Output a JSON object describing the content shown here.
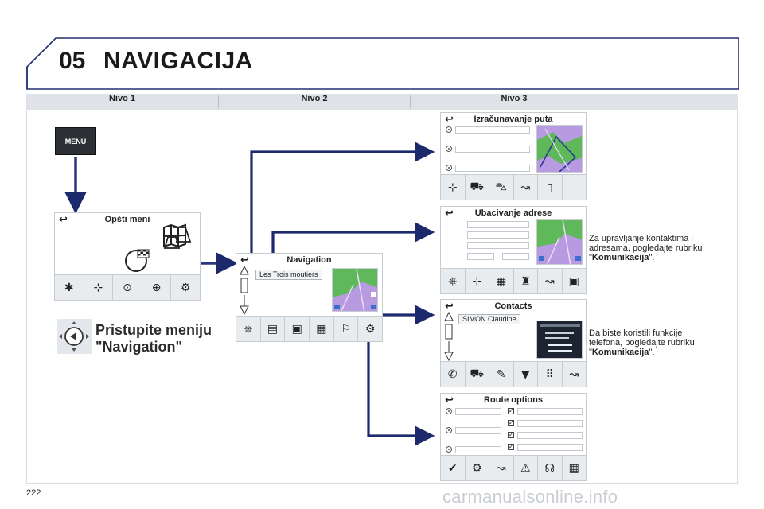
{
  "header": {
    "chapter_number": "05",
    "chapter_title": "NAVIGACIJA"
  },
  "levels": {
    "level1": "Nivo 1",
    "level2": "Nivo 2",
    "level3": "Nivo 3"
  },
  "menu_button": {
    "label": "MENU"
  },
  "general_menu": {
    "title": "Opšti meni"
  },
  "caption": {
    "line1": "Pristupite meniju",
    "line2": "\"Navigation\""
  },
  "navigation_screen": {
    "title": "Navigation",
    "destination_tag": "Les Trois moutiers"
  },
  "route_calc_screen": {
    "title": "Izračunavanje puta"
  },
  "address_screen": {
    "title": "Ubacivanje adrese"
  },
  "contacts_screen": {
    "title": "Contacts",
    "contact_tag": "SIMON Claudine"
  },
  "route_options_screen": {
    "title": "Route options"
  },
  "notes": {
    "contacts_line1": "Za upravljanje kontaktima i",
    "contacts_line2": "adresama, pogledajte rubriku",
    "contacts_quote_open": "\"",
    "contacts_link": "Komunikacija",
    "contacts_quote_close": "\".",
    "phone_line1": "Da biste koristili funkcije",
    "phone_line2": "telefona, pogledajte rubriku",
    "phone_quote_open": "\"",
    "phone_link": "Komunikacija",
    "phone_quote_close": "\"."
  },
  "page_number": "222",
  "watermark": "carmanualsonline.info",
  "colors": {
    "arrow": "#1c2a6b",
    "menu_arrow": "#2b3680",
    "map_green": "#5fb85a",
    "map_purple": "#b79ae0"
  }
}
